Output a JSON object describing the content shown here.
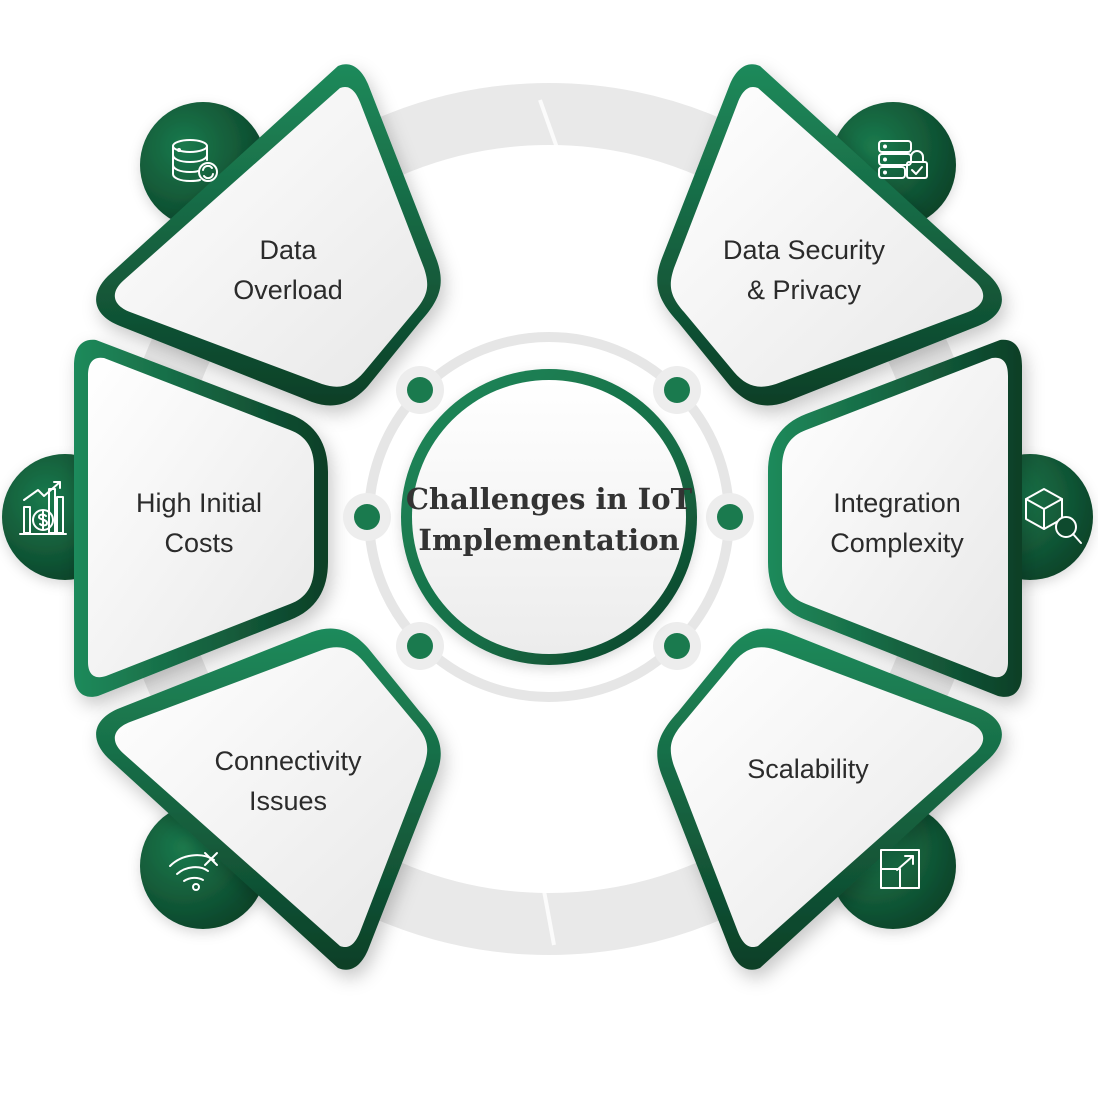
{
  "center": {
    "title_line1": "Challenges in IoT",
    "title_line2": "Implementation"
  },
  "challenges": {
    "data_overload": {
      "line1": "Data",
      "line2": "Overload",
      "icon": "database-sync-icon"
    },
    "data_security": {
      "line1": "Data Security",
      "line2": "& Privacy",
      "icon": "database-lock-icon"
    },
    "high_initial_costs": {
      "line1": "High Initial",
      "line2": "Costs",
      "icon": "cost-chart-icon"
    },
    "integration_complexity": {
      "line1": "Integration",
      "line2": "Complexity",
      "icon": "cube-search-icon"
    },
    "connectivity_issues": {
      "line1": "Connectivity",
      "line2": "Issues",
      "icon": "wifi-off-icon"
    },
    "scalability": {
      "line1": "Scalability",
      "icon": "expand-icon"
    }
  },
  "colors": {
    "green_dark": "#0e4a2e",
    "green_mid": "#1a7a4e",
    "green_accent": "#1f8a5b",
    "tile_fill": "#f2f2f2",
    "ring_gray": "#e6e6e6",
    "text": "#2b2b2b"
  }
}
